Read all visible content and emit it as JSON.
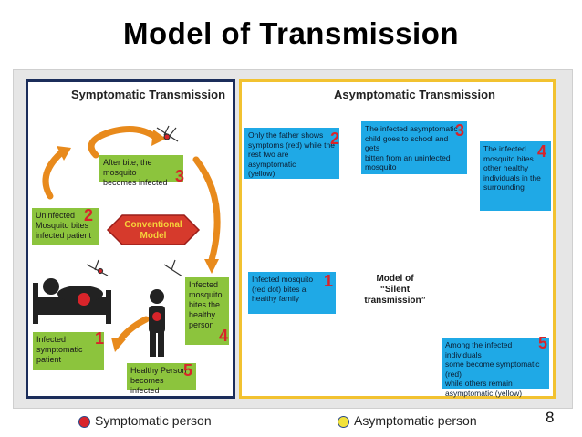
{
  "title": "Model of Transmission",
  "left_panel": {
    "heading": "Symptomatic Transmission",
    "center_label": [
      "Conventional",
      "Model"
    ],
    "steps": [
      {
        "num": "1",
        "text": [
          "Infected",
          "symptomatic",
          "patient"
        ]
      },
      {
        "num": "2",
        "text": [
          "Uninfected",
          "Mosquito bites",
          "infected patient"
        ]
      },
      {
        "num": "3",
        "text": [
          "After bite, the mosquito",
          "becomes infected"
        ]
      },
      {
        "num": "4",
        "text": [
          "Infected",
          "mosquito",
          "bites the",
          "healthy",
          "person"
        ]
      },
      {
        "num": "5",
        "text": [
          "Healthy Person",
          "becomes infected"
        ]
      }
    ]
  },
  "right_panel": {
    "heading": "Asymptomatic Transmission",
    "center_label": [
      "Model of",
      "“Silent",
      "transmission”"
    ],
    "steps": [
      {
        "num": "1",
        "text": [
          "Infected mosquito",
          "(red dot) bites a",
          "healthy family"
        ]
      },
      {
        "num": "2",
        "text": [
          "Only the father shows",
          "symptoms (red) while the",
          "rest two are asymptomatic",
          "(yellow)"
        ]
      },
      {
        "num": "3",
        "text": [
          "The infected asymptomatic",
          "child goes to school and gets",
          "bitten from an uninfected",
          "mosquito"
        ]
      },
      {
        "num": "4",
        "text": [
          "The infected",
          "mosquito bites",
          "other healthy",
          "individuals in the",
          "surrounding"
        ]
      },
      {
        "num": "5",
        "text": [
          "Among the infected individuals",
          "some become symptomatic (red)",
          "while others remain",
          "asymptomatic (yellow)"
        ]
      }
    ]
  },
  "legend": {
    "symptomatic": "Symptomatic person",
    "asymptomatic": "Asymptomatic person"
  },
  "page_number": "8",
  "colors": {
    "symptomatic_dot": "#d8242a",
    "asymptomatic_dot": "#f2e23a",
    "green_box": "#8cc43d",
    "blue_box": "#1fa9e6",
    "orange_arrow": "#e88a1c",
    "purple_arrow": "#7b3fa0",
    "left_border": "#1b2d5a",
    "right_border": "#f2c230"
  }
}
